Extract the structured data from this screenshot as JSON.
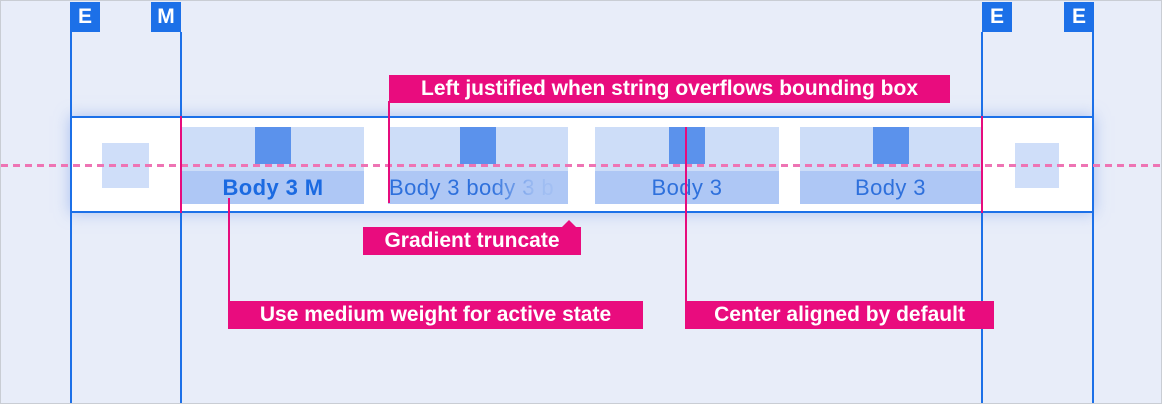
{
  "markers": {
    "left_outer": "E",
    "left_inner": "M",
    "right_inner": "E",
    "right_outer": "E"
  },
  "tabs": [
    {
      "label": "Body 3 M",
      "state": "active"
    },
    {
      "label": "Body 3 body 3 b",
      "state": "overflow-truncated"
    },
    {
      "label": "Body 3",
      "state": "default"
    },
    {
      "label": "Body 3",
      "state": "default"
    }
  ],
  "annotations": {
    "left_justified": "Left justified when string overflows bounding box",
    "gradient_truncate": "Gradient truncate",
    "medium_weight": "Use medium weight for active state",
    "center_aligned": "Center aligned by default"
  },
  "colors": {
    "background": "#e8edf9",
    "accent_blue": "#1c70e8",
    "icon_blue": "#5b92ec",
    "tab_top_bg": "#cdddf8",
    "tab_bottom_bg": "#aec7f5",
    "spacer_bg": "#cfdef9",
    "tab_text": "#2e70dc",
    "active_tab_text": "#1b6ae1",
    "annotation_magenta": "#e90c7e",
    "dashed_baseline_pink": "#ee74b4",
    "bar_bg": "#ffffff"
  }
}
